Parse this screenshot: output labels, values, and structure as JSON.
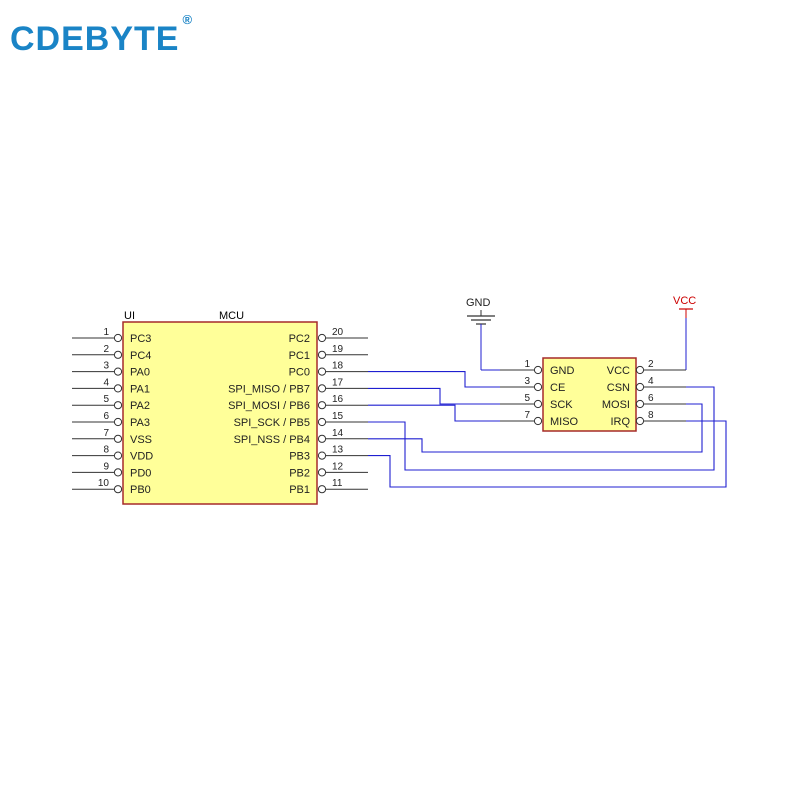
{
  "logo": {
    "text": "CDEBYTE",
    "mark": "®",
    "color": "#1a84c6"
  },
  "colors": {
    "chip_fill": "#ffff99",
    "chip_border": "#a52a2a",
    "wire": "#1f1fd0",
    "vcc": "#cc0000",
    "pin_line": "#333333",
    "text": "#222222"
  },
  "mcu": {
    "ref": "UI",
    "name": "MCU",
    "left_pins": [
      {
        "num": "1",
        "label": "PC3"
      },
      {
        "num": "2",
        "label": "PC4"
      },
      {
        "num": "3",
        "label": "PA0"
      },
      {
        "num": "4",
        "label": "PA1"
      },
      {
        "num": "5",
        "label": "PA2"
      },
      {
        "num": "6",
        "label": "PA3"
      },
      {
        "num": "7",
        "label": "VSS"
      },
      {
        "num": "8",
        "label": "VDD"
      },
      {
        "num": "9",
        "label": "PD0"
      },
      {
        "num": "10",
        "label": "PB0"
      }
    ],
    "right_pins": [
      {
        "num": "20",
        "label": "PC2"
      },
      {
        "num": "19",
        "label": "PC1"
      },
      {
        "num": "18",
        "label": "PC0"
      },
      {
        "num": "17",
        "label": "SPI_MISO / PB7"
      },
      {
        "num": "16",
        "label": "SPI_MOSI / PB6"
      },
      {
        "num": "15",
        "label": "SPI_SCK / PB5"
      },
      {
        "num": "14",
        "label": "SPI_NSS / PB4"
      },
      {
        "num": "13",
        "label": "PB3"
      },
      {
        "num": "12",
        "label": "PB2"
      },
      {
        "num": "11",
        "label": "PB1"
      }
    ]
  },
  "module": {
    "left_pins": [
      {
        "num": "1",
        "label": "GND"
      },
      {
        "num": "3",
        "label": "CE"
      },
      {
        "num": "5",
        "label": "SCK"
      },
      {
        "num": "7",
        "label": "MISO"
      }
    ],
    "right_pins": [
      {
        "num": "2",
        "label": "VCC"
      },
      {
        "num": "4",
        "label": "CSN"
      },
      {
        "num": "6",
        "label": "MOSI"
      },
      {
        "num": "8",
        "label": "IRQ"
      }
    ]
  },
  "power": {
    "gnd_label": "GND",
    "vcc_label": "VCC"
  }
}
